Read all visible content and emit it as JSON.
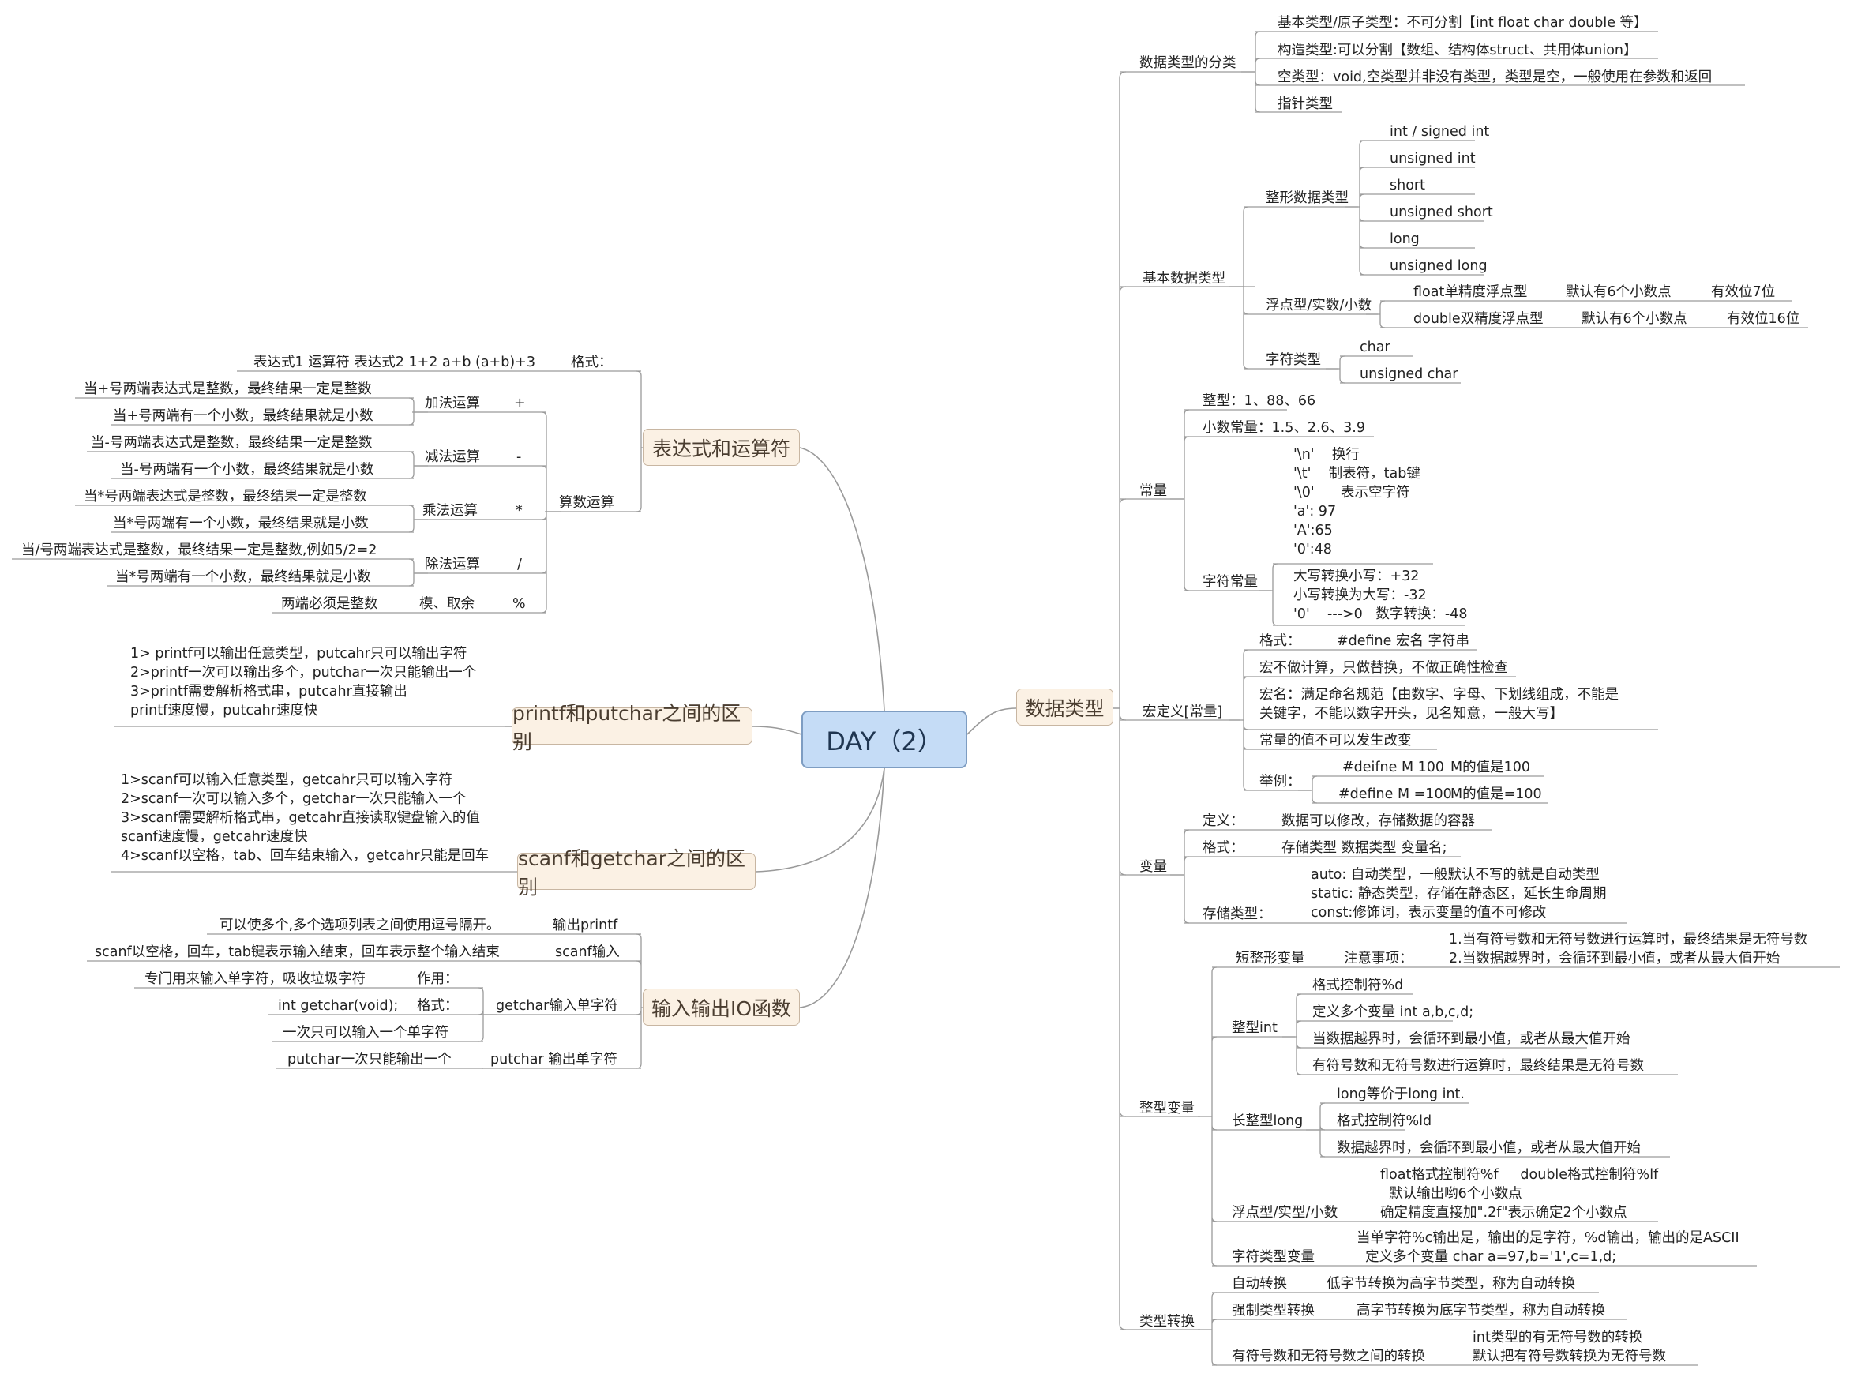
{
  "root": {
    "label": "DAY（2）"
  },
  "topics": {
    "data_types": "数据类型",
    "expr": "表达式和运算符",
    "printf_putchar": "printf和putchar之间的区别",
    "scanf_getchar": "scanf和getchar之间的区别",
    "io": "输入输出IO函数"
  },
  "data_types": {
    "classification": {
      "label": "数据类型的分类",
      "items": [
        "基本类型/原子类型：不可分割【int float char double 等】",
        "构造类型:可以分割【数组、结构体struct、共用体union】",
        "空类型：void,空类型并非没有类型，类型是空，一般使用在参数和返回",
        "指针类型"
      ]
    },
    "basic": {
      "label": "基本数据类型",
      "integer_label": "整形数据类型",
      "integer_items": [
        "int /  signed int",
        "unsigned int",
        "short",
        "unsigned short",
        "long",
        "unsigned long"
      ],
      "float_label": "浮点型/实数/小数",
      "float_rows": [
        {
          "name": "float单精度浮点型",
          "default": "默认有6个小数点",
          "digits": "有效位7位"
        },
        {
          "name": "double双精度浮点型",
          "default": "默认有6个小数点",
          "digits": "有效位16位"
        }
      ],
      "char_label": "字符类型",
      "char_items": [
        "char",
        "unsigned char"
      ]
    },
    "constants": {
      "label": "常量",
      "int_const": "整型：1、88、66",
      "dec_const": "小数常量：1.5、2.6、3.9",
      "char_const_label": "字符常量",
      "escape_lines": "'\\n'    换行\n'\\t'    制表符，tab键\n'\\0'      表示空字符\n'a': 97\n'A':65\n'0':48",
      "convert_lines": "大写转换小写：+32\n小写转换为大写：-32\n'0'    --->0   数字转换：-48"
    },
    "macro": {
      "label": "宏定义[常量]",
      "format_label": "格式：",
      "format_value": "#define 宏名  字符串",
      "rule1": "宏不做计算，只做替换，不做正确性检查",
      "rule2": "宏名：满足命名规范【由数字、字母、下划线组成，不能是\n关键字，不能以数字开头，见名知意，一般大写】",
      "rule3": "常量的值不可以发生改变",
      "example_label": "举例：",
      "ex1_code": "#deifne M 100",
      "ex1_note": "M的值是100",
      "ex2_code": "#define M =100",
      "ex2_note": "M的值是=100"
    },
    "variables": {
      "label": "变量",
      "def_label": "定义：",
      "def_value": "数据可以修改，存储数据的容器",
      "fmt_label": "格式：",
      "fmt_value": "存储类型 数据类型 变量名;",
      "storage_label": "存储类型：",
      "storage_lines": "auto: 自动类型，一般默认不写的就是自动类型\nstatic: 静态类型，存储在静态区，延长生命周期\nconst:修饰词，表示变量的值不可修改"
    },
    "int_vars": {
      "label": "整型变量",
      "short_label": "短整形变量",
      "short_note_label": "注意事项：",
      "short_note": "1.当有符号数和无符号数进行运算时，最终结果是无符号数\n2.当数据越界时，会循环到最小值，或者从最大值开始",
      "int_label": "整型int",
      "int_items": [
        "格式控制符%d",
        "定义多个变量 int a,b,c,d;",
        "当数据越界时，会循环到最小值，或者从最大值开始",
        "有符号数和无符号数进行运算时，最终结果是无符号数"
      ],
      "long_label": "长整型long",
      "long_items": [
        "long等价于long int.",
        "格式控制符%ld",
        "数据越界时，会循环到最小值，或者从最大值开始"
      ],
      "float_label": "浮点型/实型/小数",
      "float_lines": "float格式控制符%f     double格式控制符%lf\n  默认输出哟6个小数点\n确定精度直接加\".2f\"表示确定2个小数点",
      "char_label": "字符类型变量",
      "char_lines": "当单字符%c输出是，输出的是字符，%d输出，输出的是ASCII\n  定义多个变量 char a=97,b='1',c=1,d;"
    },
    "conversion": {
      "label": "类型转换",
      "auto_label": "自动转换",
      "auto_value": "低字节转换为高字节类型，称为自动转换",
      "force_label": "强制类型转换",
      "force_value": "高字节转换为底字节类型，称为自动转换",
      "signed_label": "有符号数和无符号数之间的转换",
      "signed_lines": "int类型的有无符号数的转换\n默认把有符号数转换为无符号数"
    }
  },
  "expr": {
    "format_label": "格式：",
    "format_value": "表达式1  运算符  表达式2   1+2   a+b  (a+b)+3",
    "arith_label": "算数运算",
    "ops": [
      {
        "name": "加法运算",
        "sym": "+",
        "notes": [
          "当+号两端表达式是整数，最终结果一定是整数",
          "当+号两端有一个小数，最终结果就是小数"
        ]
      },
      {
        "name": "减法运算",
        "sym": "-",
        "notes": [
          "当-号两端表达式是整数，最终结果一定是整数",
          "当-号两端有一个小数，最终结果就是小数"
        ]
      },
      {
        "name": "乘法运算",
        "sym": "*",
        "notes": [
          "当*号两端表达式是整数，最终结果一定是整数",
          "当*号两端有一个小数，最终结果就是小数"
        ]
      },
      {
        "name": "除法运算",
        "sym": "/",
        "notes": [
          "当/号两端表达式是整数，最终结果一定是整数,例如5/2=2",
          "当*号两端有一个小数，最终结果就是小数"
        ]
      },
      {
        "name": "模、取余",
        "sym": "%",
        "notes": [
          "两端必须是整数"
        ]
      }
    ]
  },
  "printf_putchar": {
    "lines": "1> printf可以输出任意类型，putcahr只可以输出字符\n2>printf一次可以输出多个，putchar一次只能输出一个\n3>printf需要解析格式串，putcahr直接输出\nprintf速度慢，putcahr速度快"
  },
  "scanf_getchar": {
    "lines": "1>scanf可以输入任意类型，getcahr只可以输入字符\n2>scanf一次可以输入多个，getchar一次只能输入一个\n3>scanf需要解析格式串，getcahr直接读取键盘输入的值\nscanf速度慢，getcahr速度快\n4>scanf以空格，tab、回车结束输入，getcahr只能是回车"
  },
  "io": {
    "printf_label": "输出printf",
    "printf_note": "可以使多个,多个选项列表之间使用逗号隔开。",
    "scanf_label": "scanf输入",
    "scanf_note": "scanf以空格，回车，tab键表示输入结束，回车表示整个输入结束",
    "getchar_label": "getchar输入单字符",
    "getchar_use_label": "作用：",
    "getchar_use": "专门用来输入单字符，吸收垃圾字符",
    "getchar_fmt_label": "格式：",
    "getchar_fmt": "int getchar(void);",
    "getchar_once": "一次只可以输入一个单字符",
    "putchar_label": "putchar 输出单字符",
    "putchar_note": "putchar一次只能输出一个"
  },
  "colors": {
    "line": "#9a9a9a",
    "root_fill": "#c5dcf6",
    "topic_fill": "#fbf1e4"
  }
}
